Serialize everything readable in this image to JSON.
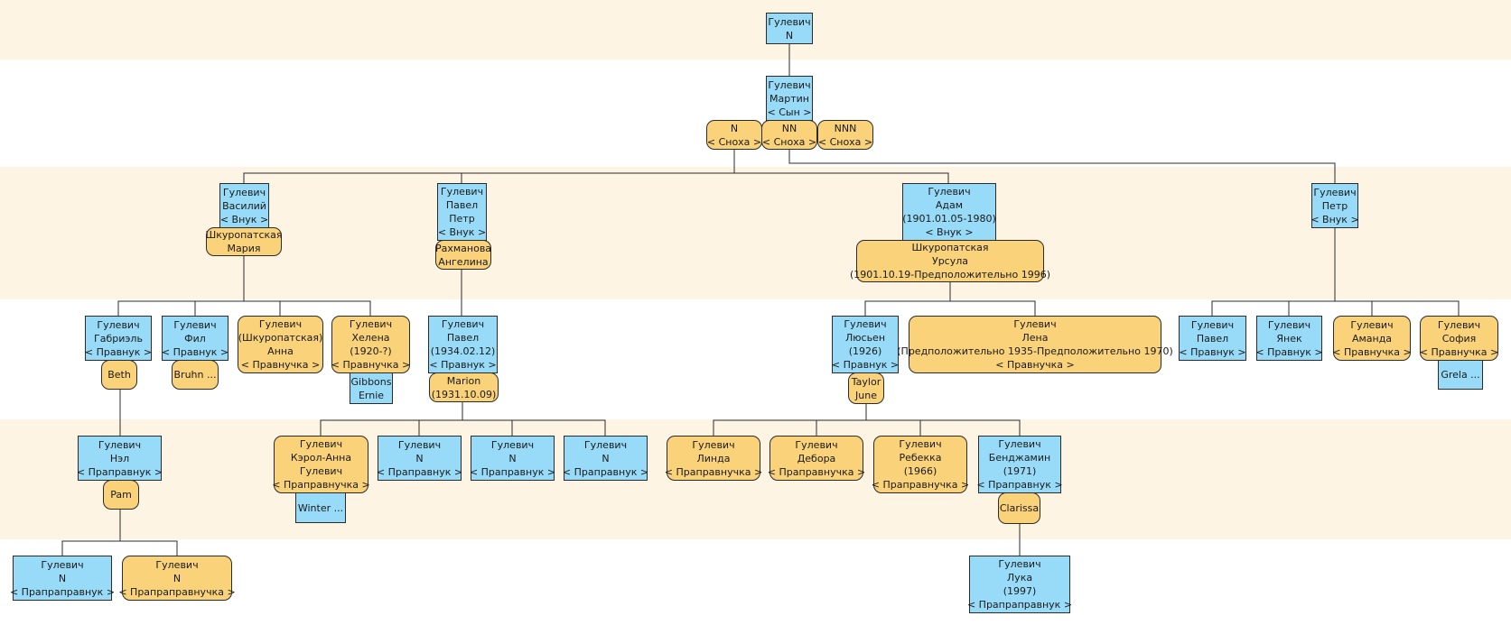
{
  "colors": {
    "male": "#98dbf8",
    "female": "#fad27a",
    "band": "#fdf4e3",
    "line": "#2b2b2b"
  },
  "nodes": [
    {
      "id": "root",
      "sex": "m",
      "lines": [
        "Гулевич",
        "N"
      ]
    },
    {
      "id": "martin",
      "sex": "m",
      "lines": [
        "Гулевич",
        "Мартин",
        "< Сын >"
      ]
    },
    {
      "id": "snoha1",
      "sex": "f",
      "lines": [
        "N",
        "< Сноха >"
      ]
    },
    {
      "id": "snoha2",
      "sex": "f",
      "lines": [
        "NN",
        "< Сноха >"
      ]
    },
    {
      "id": "snoha3",
      "sex": "f",
      "lines": [
        "NNN",
        "< Сноха >"
      ]
    },
    {
      "id": "vasiliy",
      "sex": "m",
      "lines": [
        "Гулевич",
        "Василий",
        "< Внук >"
      ]
    },
    {
      "id": "maria",
      "sex": "f",
      "lines": [
        "Шкуропатская",
        "Мария"
      ]
    },
    {
      "id": "pavel_petr",
      "sex": "m",
      "lines": [
        "Гулевич",
        "Павел",
        "Петр",
        "< Внук >"
      ]
    },
    {
      "id": "angelina",
      "sex": "f",
      "lines": [
        "Рахманова",
        "Ангелина"
      ]
    },
    {
      "id": "adam",
      "sex": "m",
      "lines": [
        "Гулевич",
        "Адам",
        "(1901.01.05-1980)",
        "< Внук >"
      ]
    },
    {
      "id": "ursula",
      "sex": "f",
      "lines": [
        "Шкуропатская",
        "Урсула",
        "(1901.10.19-Предположительно 1996)"
      ]
    },
    {
      "id": "petr",
      "sex": "m",
      "lines": [
        "Гулевич",
        "Петр",
        "< Внук >"
      ]
    },
    {
      "id": "gabriel",
      "sex": "m",
      "lines": [
        "Гулевич",
        "Габриэль",
        "< Правнук >"
      ]
    },
    {
      "id": "beth",
      "sex": "f",
      "lines": [
        "Beth"
      ]
    },
    {
      "id": "fil",
      "sex": "m",
      "lines": [
        "Гулевич",
        "Фил",
        "< Правнук >"
      ]
    },
    {
      "id": "bruhn",
      "sex": "f",
      "lines": [
        "Bruhn ..."
      ]
    },
    {
      "id": "anna",
      "sex": "f",
      "lines": [
        "Гулевич",
        "(Шкуропатская)",
        "Анна",
        "< Правнучка >"
      ]
    },
    {
      "id": "helena",
      "sex": "f",
      "lines": [
        "Гулевич",
        "Хелена",
        "(1920-?)",
        "< Правнучка >"
      ]
    },
    {
      "id": "gibbons",
      "sex": "m",
      "lines": [
        "Gibbons",
        "Ernie"
      ]
    },
    {
      "id": "pavel2",
      "sex": "m",
      "lines": [
        "Гулевич",
        "Павел",
        "(1934.02.12)",
        "< Правнук >"
      ]
    },
    {
      "id": "marion",
      "sex": "f",
      "lines": [
        "Marion",
        "(1931.10.09)"
      ]
    },
    {
      "id": "lucien",
      "sex": "m",
      "lines": [
        "Гулевич",
        "Люсьен",
        "(1926)",
        "< Правнук >"
      ]
    },
    {
      "id": "taylor",
      "sex": "f",
      "lines": [
        "Taylor",
        "June"
      ]
    },
    {
      "id": "lena",
      "sex": "f",
      "lines": [
        "Гулевич",
        "Лена",
        "(Предположительно 1935-Предположительно 1970)",
        "< Правнучка >"
      ]
    },
    {
      "id": "pavel3",
      "sex": "m",
      "lines": [
        "Гулевич",
        "Павел",
        "< Правнук >"
      ]
    },
    {
      "id": "yanek",
      "sex": "m",
      "lines": [
        "Гулевич",
        "Янек",
        "< Правнук >"
      ]
    },
    {
      "id": "amanda",
      "sex": "f",
      "lines": [
        "Гулевич",
        "Аманда",
        "< Правнучка >"
      ]
    },
    {
      "id": "sofia",
      "sex": "f",
      "lines": [
        "Гулевич",
        "София",
        "< Правнучка >"
      ]
    },
    {
      "id": "grela",
      "sex": "m",
      "lines": [
        "Grela ..."
      ]
    },
    {
      "id": "neil",
      "sex": "m",
      "lines": [
        "Гулевич",
        "Нэл",
        "< Праправнук >"
      ]
    },
    {
      "id": "pam",
      "sex": "f",
      "lines": [
        "Pam"
      ]
    },
    {
      "id": "carolanna",
      "sex": "f",
      "lines": [
        "Гулевич",
        "Кэрол-Анна",
        "Гулевич",
        "< Праправнучка >"
      ]
    },
    {
      "id": "winter",
      "sex": "m",
      "lines": [
        "Winter ..."
      ]
    },
    {
      "id": "n_a",
      "sex": "m",
      "lines": [
        "Гулевич",
        "N",
        "< Праправнук >"
      ]
    },
    {
      "id": "n_b",
      "sex": "m",
      "lines": [
        "Гулевич",
        "N",
        "< Праправнук >"
      ]
    },
    {
      "id": "n_c",
      "sex": "m",
      "lines": [
        "Гулевич",
        "N",
        "< Праправнук >"
      ]
    },
    {
      "id": "linda",
      "sex": "f",
      "lines": [
        "Гулевич",
        "Линда",
        "< Праправнучка >"
      ]
    },
    {
      "id": "debora",
      "sex": "f",
      "lines": [
        "Гулевич",
        "Дебора",
        "< Праправнучка >"
      ]
    },
    {
      "id": "rebekka",
      "sex": "f",
      "lines": [
        "Гулевич",
        "Ребекка",
        "(1966)",
        "< Праправнучка >"
      ]
    },
    {
      "id": "benjamin",
      "sex": "m",
      "lines": [
        "Гулевич",
        "Бенджамин",
        "(1971)",
        "< Праправнук >"
      ]
    },
    {
      "id": "clarissa",
      "sex": "f",
      "lines": [
        "Clarissa"
      ]
    },
    {
      "id": "n_son",
      "sex": "m",
      "lines": [
        "Гулевич",
        "N",
        "< Прапраправнук >"
      ]
    },
    {
      "id": "n_daughter",
      "sex": "f",
      "lines": [
        "Гулевич",
        "N",
        "< Прапраправнучка >"
      ]
    },
    {
      "id": "luka",
      "sex": "m",
      "lines": [
        "Гулевич",
        "Лука",
        "(1997)",
        "< Прапраправнук >"
      ]
    }
  ]
}
